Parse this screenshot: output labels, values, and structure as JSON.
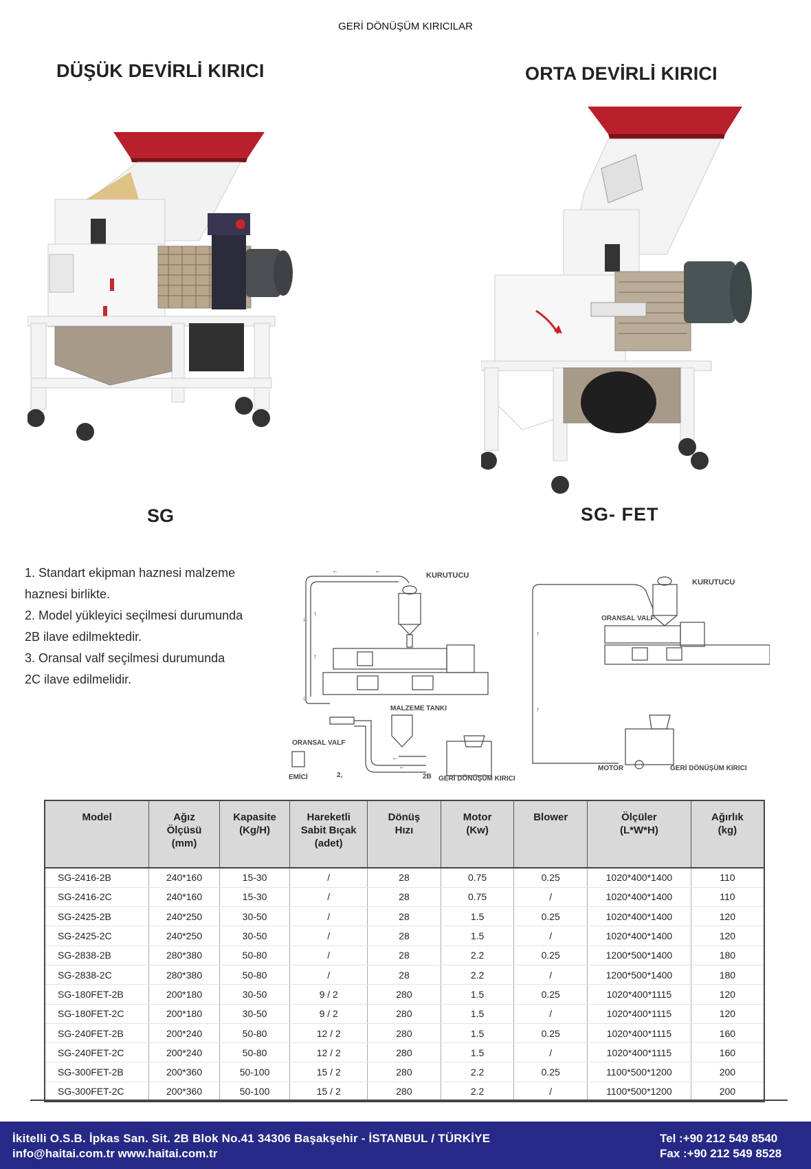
{
  "header": {
    "title": "GERİ DÖNÜŞÜM KIRICILAR"
  },
  "products": {
    "left": {
      "title": "DÜŞÜK DEVİRLİ KIRICI",
      "model": "SG"
    },
    "right": {
      "title": "ORTA DEVİRLİ KIRICI",
      "model": "SG-   FET"
    }
  },
  "notes": [
    "1. Standart ekipman haznesi malzeme",
    "haznesi birlikte.",
    "2. Model yükleyici seçilmesi durumunda",
    "2B ilave edilmektedir.",
    "3. Oransal valf seçilmesi durumunda",
    "2C ilave edilmelidir."
  ],
  "diagram1": {
    "kurutucu": "KURUTUCU",
    "malzeme_tanki": "MALZEME TANKI",
    "oransal_valf": "ORANSAL VALF",
    "emici": "EMİCİ",
    "label_2": "2,",
    "label_2b": "2B",
    "geri_donusum": "GERİ DÖNÜŞÜM KIRICI"
  },
  "diagram2": {
    "kurutucu": "KURUTUCU",
    "oransal_valf": "ORANSAL VALF",
    "motor": "MOTOR",
    "geri_donusum": "GERİ DÖNÜŞÜM KIRICI"
  },
  "table": {
    "headers": [
      [
        "Model"
      ],
      [
        "Ağız",
        "Ölçüsü",
        "(mm)"
      ],
      [
        "Kapasite",
        "(Kg/H)"
      ],
      [
        "Hareketli",
        "Sabit Bıçak",
        "(adet)"
      ],
      [
        "Dönüş",
        "Hızı"
      ],
      [
        "Motor",
        "(Kw)"
      ],
      [
        "Blower"
      ],
      [
        "Ölçüler",
        "(L*W*H)"
      ],
      [
        "Ağırlık",
        "(kg)"
      ]
    ],
    "rows": [
      [
        "SG-2416-2B",
        "240*160",
        "15-30",
        "/",
        "28",
        "0.75",
        "0.25",
        "1020*400*1400",
        "110"
      ],
      [
        "SG-2416-2C",
        "240*160",
        "15-30",
        "/",
        "28",
        "0.75",
        "/",
        "1020*400*1400",
        "110"
      ],
      [
        "SG-2425-2B",
        "240*250",
        "30-50",
        "/",
        "28",
        "1.5",
        "0.25",
        "1020*400*1400",
        "120"
      ],
      [
        "SG-2425-2C",
        "240*250",
        "30-50",
        "/",
        "28",
        "1.5",
        "/",
        "1020*400*1400",
        "120"
      ],
      [
        "SG-2838-2B",
        "280*380",
        "50-80",
        "/",
        "28",
        "2.2",
        "0.25",
        "1200*500*1400",
        "180"
      ],
      [
        "SG-2838-2C",
        "280*380",
        "50-80",
        "/",
        "28",
        "2.2",
        "/",
        "1200*500*1400",
        "180"
      ],
      [
        "SG-180FET-2B",
        "200*180",
        "30-50",
        "9 / 2",
        "280",
        "1.5",
        "0.25",
        "1020*400*1115",
        "120"
      ],
      [
        "SG-180FET-2C",
        "200*180",
        "30-50",
        "9 / 2",
        "280",
        "1.5",
        "/",
        "1020*400*1115",
        "120"
      ],
      [
        "SG-240FET-2B",
        "200*240",
        "50-80",
        "12 / 2",
        "280",
        "1.5",
        "0.25",
        "1020*400*1115",
        "160"
      ],
      [
        "SG-240FET-2C",
        "200*240",
        "50-80",
        "12 / 2",
        "280",
        "1.5",
        "/",
        "1020*400*1115",
        "160"
      ],
      [
        "SG-300FET-2B",
        "200*360",
        "50-100",
        "15 / 2",
        "280",
        "2.2",
        "0.25",
        "1100*500*1200",
        "200"
      ],
      [
        "SG-300FET-2C",
        "200*360",
        "50-100",
        "15 / 2",
        "280",
        "2.2",
        "/",
        "1100*500*1200",
        "200"
      ]
    ]
  },
  "footer": {
    "address": "İkitelli O.S.B. İpkas San. Sit. 2B Blok No.41  34306 Başakşehir - İSTANBUL / TÜRKİYE",
    "contact": "info@haitai.com.tr www.haitai.com.tr",
    "tel": "Tel :+90 212 549 8540",
    "fax": "Fax :+90 212 549 8528"
  },
  "colors": {
    "footer_bg": "#262a86",
    "hopper_red": "#b8202b",
    "table_header_bg": "#d9d9d9"
  }
}
